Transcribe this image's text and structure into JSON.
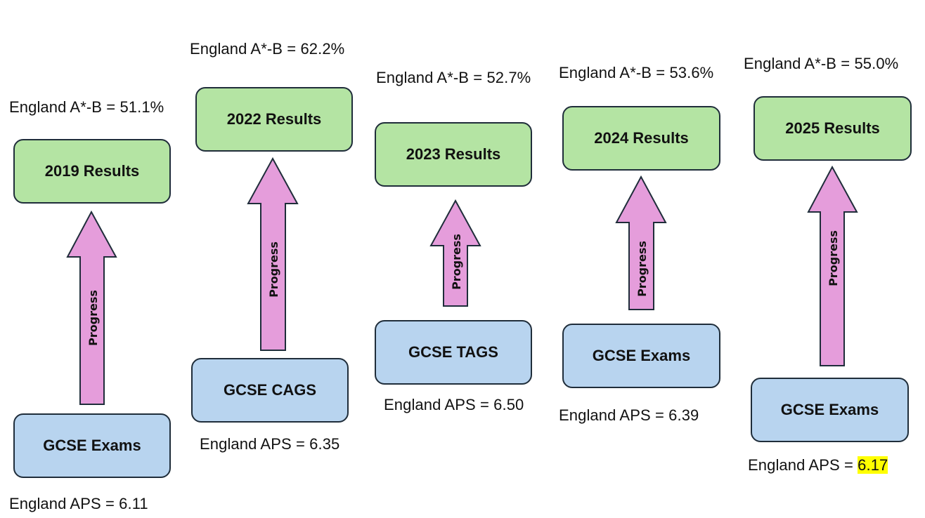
{
  "diagram": {
    "columns": [
      {
        "year": "2019",
        "result_label": "2019 Results",
        "england_abstar_b": "England  A*-B = 51.1%",
        "source_label": "GCSE Exams",
        "arrow_label": "Progress",
        "england_aps_prefix": "England APS = ",
        "england_aps_value": "6.11"
      },
      {
        "year": "2022",
        "result_label": "2022 Results",
        "england_abstar_b": "England  A*-B = 62.2%",
        "source_label": "GCSE CAGS",
        "arrow_label": "Progress",
        "england_aps_prefix": "England APS = ",
        "england_aps_value": "6.35"
      },
      {
        "year": "2023",
        "result_label": "2023 Results",
        "england_abstar_b": "England  A*-B = 52.7%",
        "source_label": "GCSE TAGS",
        "arrow_label": "Progress",
        "england_aps_prefix": "England APS = ",
        "england_aps_value": "6.50"
      },
      {
        "year": "2024",
        "result_label": "2024 Results",
        "england_abstar_b": "England  A*-B = 53.6%",
        "source_label": "GCSE Exams",
        "arrow_label": "Progress",
        "england_aps_prefix": "England APS = ",
        "england_aps_value": "6.39"
      },
      {
        "year": "2025",
        "result_label": "2025 Results",
        "england_abstar_b": "England  A*-B = 55.0%",
        "source_label": "GCSE Exams",
        "arrow_label": "Progress",
        "england_aps_prefix": "England APS = ",
        "england_aps_value": "6.17",
        "aps_highlighted": true
      }
    ]
  },
  "colors": {
    "result_box": "#b4e4a3",
    "source_box": "#b8d4ef",
    "arrow": "#e59ddb",
    "border": "#1f2d3a",
    "highlight": "#ffff00"
  }
}
